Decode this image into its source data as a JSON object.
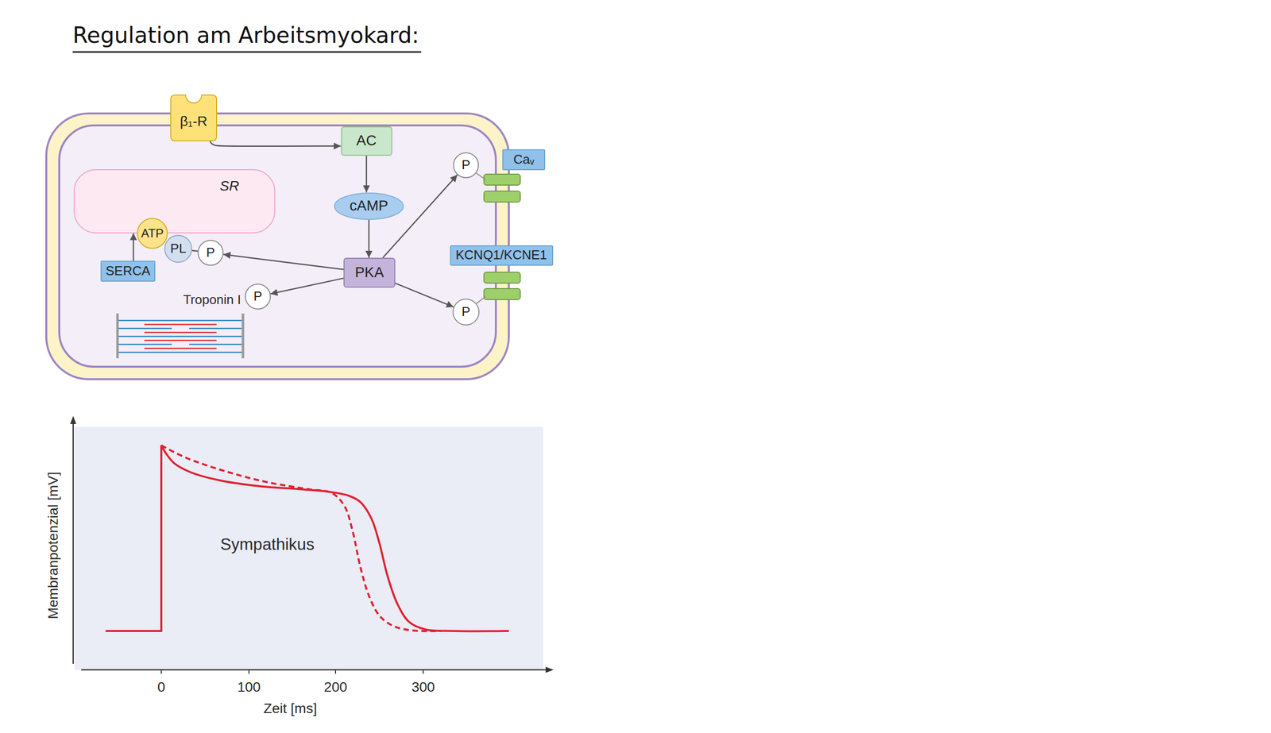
{
  "diagram": {
    "title": "Regulation am Arbeitsmyokard:",
    "nodes": [
      {
        "text": [
          "β₁-R"
        ]
      },
      {
        "text": [
          "AC"
        ]
      },
      {
        "text": [
          "Caᵥ"
        ]
      },
      {
        "text": [
          "P"
        ]
      },
      {
        "text": [
          "SR"
        ]
      },
      {
        "text": [
          "cAMP"
        ]
      },
      {
        "text": [
          "ATP"
        ]
      },
      {
        "text": [
          "PL"
        ]
      },
      {
        "text": [
          "P"
        ]
      },
      {
        "text": [
          "KCNQ1/KCNE1"
        ]
      },
      {
        "text": [
          "PKA"
        ]
      },
      {
        "text": [
          "SERCA"
        ]
      },
      {
        "text": [
          "P"
        ]
      },
      {
        "text": [
          "P"
        ]
      }
    ],
    "edges": [
      {
        "from": 0,
        "to": 1,
        "arrow": "to"
      },
      {
        "from": 1,
        "to": 5,
        "arrow": "to"
      },
      {
        "from": 5,
        "to": 10,
        "arrow": "to"
      },
      {
        "from": 10,
        "to": 8,
        "arrow": "to"
      },
      {
        "from": 10,
        "to": 12,
        "arrow": "to"
      },
      {
        "from": 10,
        "to": 3,
        "arrow": "to"
      },
      {
        "from": 10,
        "to": 13,
        "arrow": "to"
      },
      {
        "from": 11,
        "to": 4,
        "arrow": "to"
      },
      {
        "from": 7,
        "to": 8,
        "arrow": "none"
      }
    ],
    "labels": [
      "Troponin I",
      "Sympathikus",
      "0",
      "100",
      "200",
      "300",
      "Zeit [ms]",
      "Membranpotenzial [mV]"
    ]
  }
}
